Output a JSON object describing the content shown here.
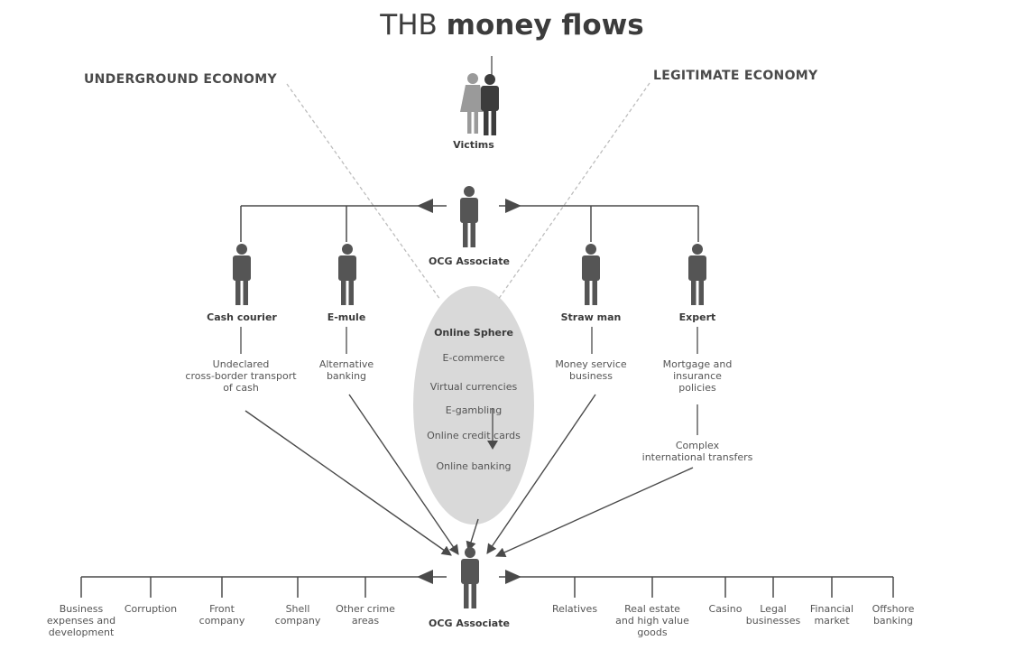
{
  "title_pre": "THB",
  "title_bold": "money flows",
  "underground": "UNDERGROUND ECONOMY",
  "legitimate": "LEGITIMATE ECONOMY",
  "victims": "Victims",
  "ocg_top": "OCG Associate",
  "ocg_bottom": "OCG Associate",
  "actors": {
    "cash_courier": "Cash courier",
    "e_mule": "E-mule",
    "straw_man": "Straw man",
    "expert": "Expert"
  },
  "channels": {
    "undeclared": [
      "Undeclared",
      "cross-border transport",
      "of cash"
    ],
    "alternative": [
      "Alternative",
      "banking"
    ],
    "money_service": [
      "Money service",
      "business"
    ],
    "mortgage": [
      "Mortgage and",
      "insurance",
      "policies"
    ],
    "complex": [
      "Complex",
      "international transfers"
    ]
  },
  "online_sphere": {
    "title": "Online Sphere",
    "items": [
      "E-commerce",
      "Virtual currencies",
      "E-gambling",
      "Online credit cards",
      "Online banking"
    ]
  },
  "uses_left": [
    [
      "Business",
      "expenses and",
      "development"
    ],
    [
      "Corruption"
    ],
    [
      "Front",
      "company"
    ],
    [
      "Shell",
      "company"
    ],
    [
      "Other crime",
      "areas"
    ]
  ],
  "uses_right": [
    [
      "Relatives"
    ],
    [
      "Real estate",
      "and high value",
      "goods"
    ],
    [
      "Casino"
    ],
    [
      "Legal",
      "businesses"
    ],
    [
      "Financial",
      "market"
    ],
    [
      "Offshore",
      "banking"
    ]
  ]
}
